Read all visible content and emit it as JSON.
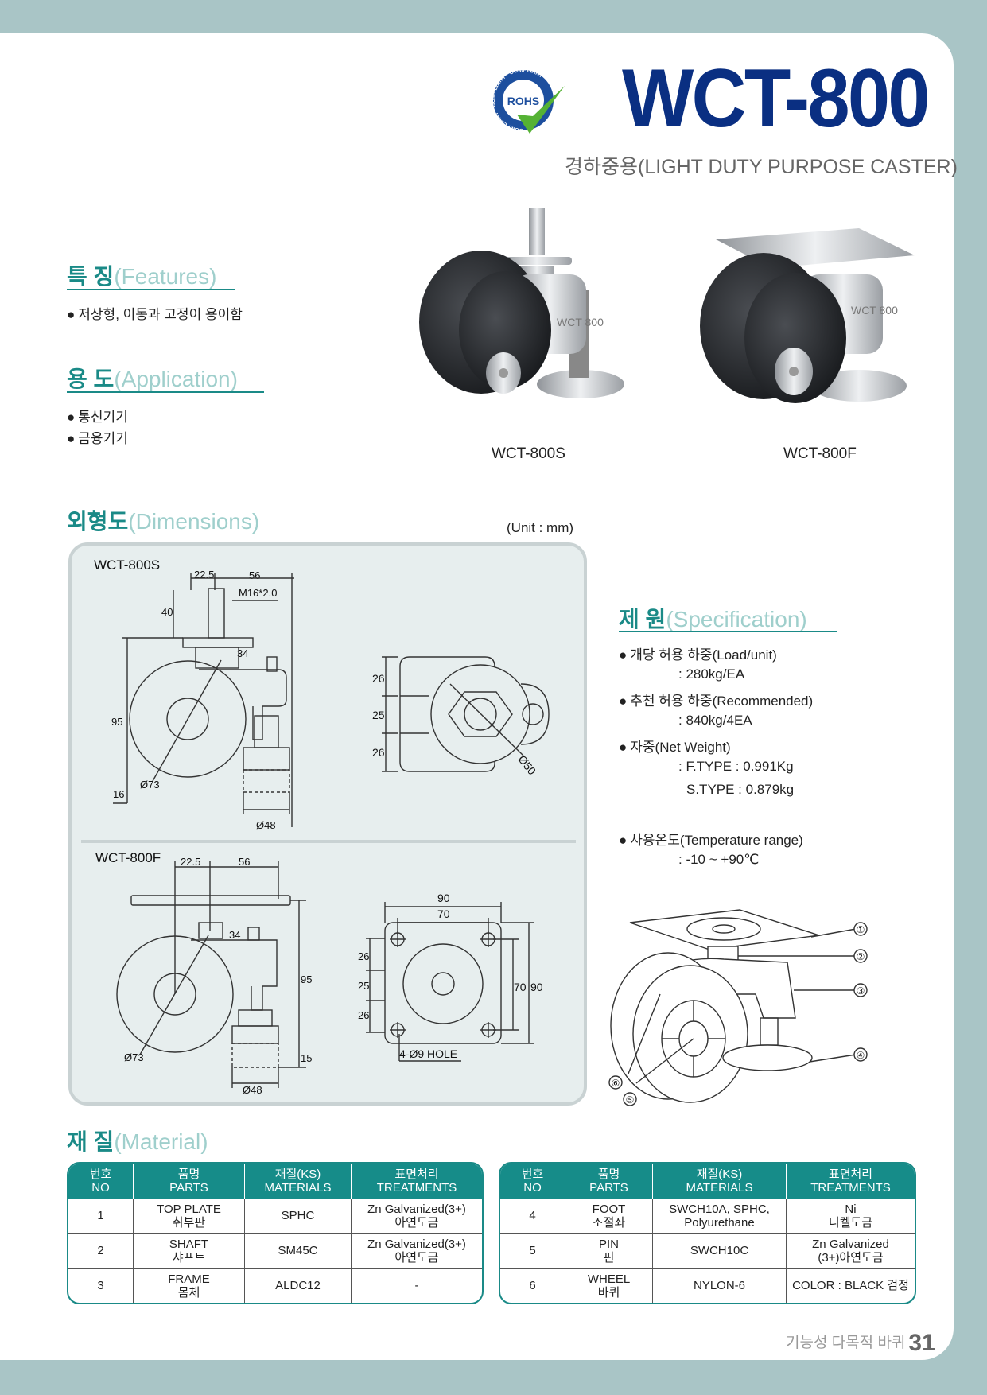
{
  "header": {
    "model": "WCT-800",
    "subtitle": "경하중용(LIGHT DUTY PURPOSE CASTER)",
    "rohs": {
      "label": "ROHS",
      "ring_text": "COMPLIANT · COMPLIANT · COMPLIANT"
    }
  },
  "features": {
    "title_ko": "특 징",
    "title_en": "(Features)",
    "items": [
      "저상형, 이동과 고정이 용이함"
    ]
  },
  "application": {
    "title_ko": "용 도",
    "title_en": "(Application)",
    "items": [
      "통신기기",
      "금융기기"
    ]
  },
  "products": [
    {
      "caption": "WCT-800S",
      "plate_text": "WCT 800"
    },
    {
      "caption": "WCT-800F",
      "plate_text": "WCT 800"
    }
  ],
  "dimensions": {
    "title_ko": "외형도",
    "title_en": "(Dimensions)",
    "unit": "(Unit : mm)",
    "s": {
      "label": "WCT-800S",
      "d1": "22.5",
      "d2": "56",
      "thread": "M16*2.0",
      "h_stud": "40",
      "d_34": "34",
      "h_total": "95",
      "h_foot": "16",
      "wheel_dia": "Ø73",
      "foot_dia": "Ø48",
      "w1": "26",
      "w2": "25",
      "w3": "26",
      "top_dia": "Ø50"
    },
    "f": {
      "label": "WCT-800F",
      "d1": "22.5",
      "d2": "56",
      "d_34": "34",
      "h_total": "95",
      "h_foot": "15",
      "wheel_dia": "Ø73",
      "foot_dia": "Ø48",
      "w1": "26",
      "w2": "25",
      "w3": "26",
      "plate_outer": "90",
      "plate_inner": "70",
      "plate_h_inner": "70",
      "plate_h_outer": "90",
      "hole": "4-Ø9 HOLE"
    }
  },
  "specification": {
    "title_ko": "제 원",
    "title_en": "(Specification)",
    "load_label": "개당 허용 하중(Load/unit)",
    "load_value": ": 280kg/EA",
    "rec_label": "추천 허용 하중(Recommended)",
    "rec_value": ": 840kg/4EA",
    "weight_label": "자중(Net Weight)",
    "weight_f": ": F.TYPE : 0.991Kg",
    "weight_s": "S.TYPE : 0.879kg",
    "temp_label": "사용온도(Temperature range)",
    "temp_value": ": -10 ~ +90℃"
  },
  "callouts": [
    "①",
    "②",
    "③",
    "④",
    "⑤",
    "⑥"
  ],
  "material": {
    "title_ko": "재 질",
    "title_en": "(Material)",
    "headers": [
      {
        "ko": "번호",
        "en": "NO"
      },
      {
        "ko": "품명",
        "en": "PARTS"
      },
      {
        "ko": "재질(KS)",
        "en": "MATERIALS"
      },
      {
        "ko": "표면처리",
        "en": "TREATMENTS"
      }
    ],
    "left": [
      {
        "no": "1",
        "part_en": "TOP PLATE",
        "part_ko": "취부판",
        "material": "SPHC",
        "treat1": "Zn Galvanized(3+)",
        "treat2": "아연도금"
      },
      {
        "no": "2",
        "part_en": "SHAFT",
        "part_ko": "샤프트",
        "material": "SM45C",
        "treat1": "Zn Galvanized(3+)",
        "treat2": "아연도금"
      },
      {
        "no": "3",
        "part_en": "FRAME",
        "part_ko": "몸체",
        "material": "ALDC12",
        "treat1": "-",
        "treat2": ""
      }
    ],
    "right": [
      {
        "no": "4",
        "part_en": "FOOT",
        "part_ko": "조절좌",
        "material1": "SWCH10A, SPHC,",
        "material2": "Polyurethane",
        "treat1": "Ni",
        "treat2": "니켈도금"
      },
      {
        "no": "5",
        "part_en": "PIN",
        "part_ko": "핀",
        "material1": "SWCH10C",
        "material2": "",
        "treat1": "Zn Galvanized",
        "treat2": "(3+)아연도금"
      },
      {
        "no": "6",
        "part_en": "WHEEL",
        "part_ko": "바퀴",
        "material1": "NYLON-6",
        "material2": "",
        "treat1": "COLOR : BLACK 검정",
        "treat2": ""
      }
    ]
  },
  "footer": {
    "text": "기능성 다목적 바퀴",
    "page": "31"
  }
}
